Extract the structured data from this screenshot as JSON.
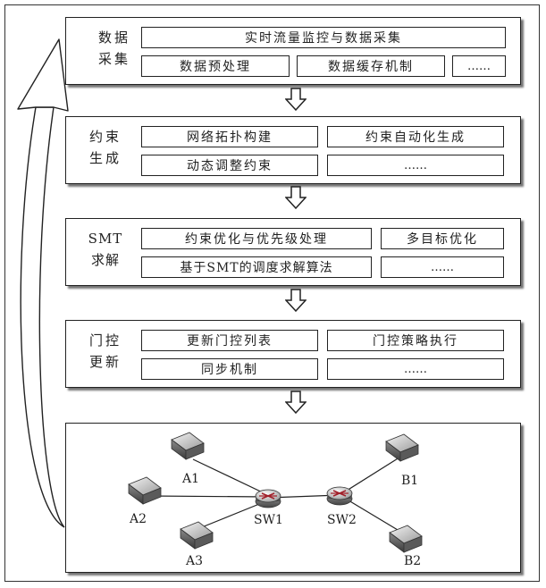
{
  "stages": [
    {
      "title_line1": "数据",
      "title_line2": "采集",
      "boxes": [
        "实时流量监控与数据采集",
        "数据预处理",
        "数据缓存机制",
        "……"
      ]
    },
    {
      "title_line1": "约束",
      "title_line2": "生成",
      "boxes": [
        "网络拓扑构建",
        "约束自动化生成",
        "动态调整约束",
        "……"
      ]
    },
    {
      "title_line1": "SMT",
      "title_line2": "求解",
      "boxes": [
        "约束优化与优先级处理",
        "多目标优化",
        "基于SMT的调度求解算法",
        "……"
      ]
    },
    {
      "title_line1": "门控",
      "title_line2": "更新",
      "boxes": [
        "更新门控列表",
        "门控策略执行",
        "同步机制",
        "……"
      ]
    }
  ],
  "network": {
    "hosts": [
      "A1",
      "A2",
      "A3",
      "B1",
      "B2"
    ],
    "switches": [
      "SW1",
      "SW2"
    ]
  }
}
